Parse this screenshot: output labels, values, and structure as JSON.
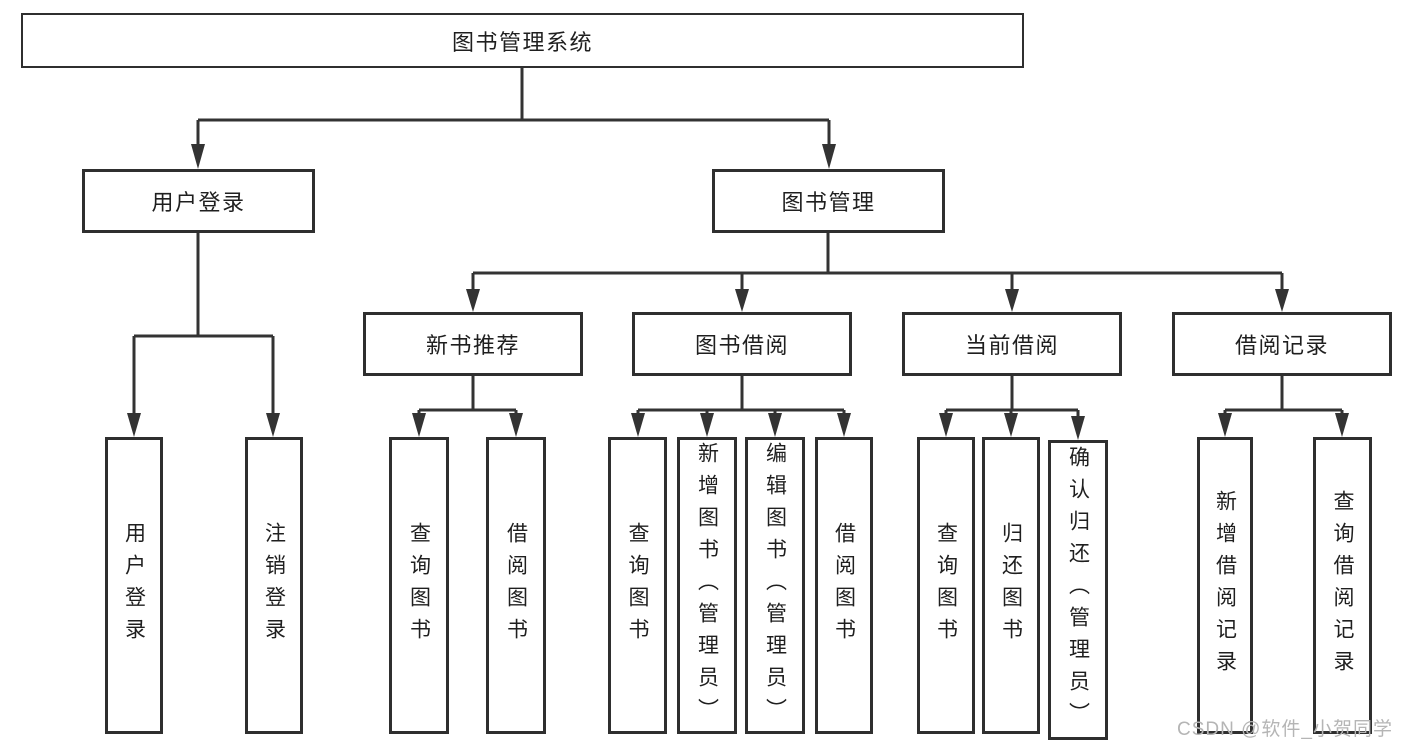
{
  "diagram": {
    "title": "图书管理系统",
    "watermark": "CSDN @软件_小贺同学",
    "colors": {
      "line": "#333333",
      "box_border": "#2f2f2f",
      "text": "#1f1f1f",
      "watermark": "#b5b5b5",
      "background": "#ffffff"
    },
    "root": {
      "label": "图书管理系统",
      "children": [
        {
          "label": "用户登录",
          "children": [
            {
              "label": "用户登录"
            },
            {
              "label": "注销登录"
            }
          ]
        },
        {
          "label": "图书管理",
          "children": [
            {
              "label": "新书推荐",
              "children": [
                {
                  "label": "查询图书"
                },
                {
                  "label": "借阅图书"
                }
              ]
            },
            {
              "label": "图书借阅",
              "children": [
                {
                  "label": "查询图书"
                },
                {
                  "label": "新增图书（管理员）"
                },
                {
                  "label": "编辑图书（管理员）"
                },
                {
                  "label": "借阅图书"
                }
              ]
            },
            {
              "label": "当前借阅",
              "children": [
                {
                  "label": "查询图书"
                },
                {
                  "label": "归还图书"
                },
                {
                  "label": "确认归还（管理员）"
                }
              ]
            },
            {
              "label": "借阅记录",
              "children": [
                {
                  "label": "新增借阅记录"
                },
                {
                  "label": "查询借阅记录"
                }
              ]
            }
          ]
        }
      ]
    }
  }
}
